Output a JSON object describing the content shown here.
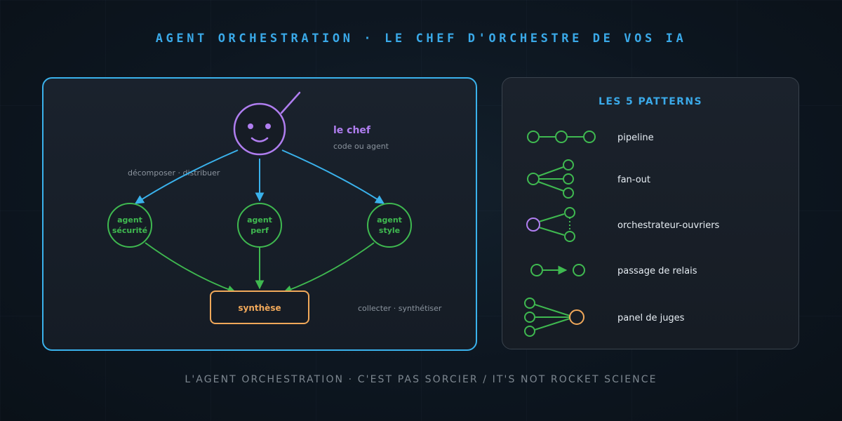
{
  "title": "AGENT ORCHESTRATION · LE CHEF D'ORCHESTRE DE VOS IA",
  "footer": "L'AGENT ORCHESTRATION · C'EST PAS SORCIER / IT'S NOT ROCKET SCIENCE",
  "diagram": {
    "chef": {
      "label": "le chef",
      "sublabel": "code ou agent"
    },
    "distribute_label": "décomposer · distribuer",
    "collect_label": "collecter · synthétiser",
    "agents": [
      {
        "line1": "agent",
        "line2": "sécurité"
      },
      {
        "line1": "agent",
        "line2": "perf"
      },
      {
        "line1": "agent",
        "line2": "style"
      }
    ],
    "synthesis": "synthèse"
  },
  "patterns": {
    "heading": "LES 5 PATTERNS",
    "items": [
      {
        "label": "pipeline"
      },
      {
        "label": "fan-out"
      },
      {
        "label": "orchestrateur-ouvriers"
      },
      {
        "label": "passage de relais"
      },
      {
        "label": "panel de juges"
      }
    ]
  },
  "colors": {
    "accent_blue": "#3aa9e8",
    "chef_purple": "#b07ef0",
    "agent_green": "#3fb950",
    "synthesis_orange": "#f0a85a"
  }
}
